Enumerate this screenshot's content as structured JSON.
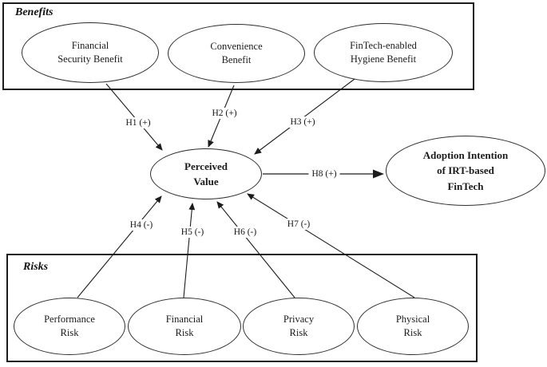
{
  "diagram": {
    "groups": {
      "benefits": {
        "label": "Benefits"
      },
      "risks": {
        "label": "Risks"
      }
    },
    "nodes": {
      "financial_security_benefit": {
        "lines": [
          "Financial",
          "Security Benefit"
        ]
      },
      "convenience_benefit": {
        "lines": [
          "Convenience",
          "Benefit"
        ]
      },
      "fintech_enabled_hygiene_benefit": {
        "lines": [
          "FinTech-enabled",
          "Hygiene Benefit"
        ]
      },
      "perceived_value": {
        "lines": [
          "Perceived",
          "Value"
        ]
      },
      "adoption_intention": {
        "lines": [
          "Adoption Intention",
          "of IRT-based",
          "FinTech"
        ]
      },
      "performance_risk": {
        "lines": [
          "Performance",
          "Risk"
        ]
      },
      "financial_risk": {
        "lines": [
          "Financial",
          "Risk"
        ]
      },
      "privacy_risk": {
        "lines": [
          "Privacy",
          "Risk"
        ]
      },
      "physical_risk": {
        "lines": [
          "Physical",
          "Risk"
        ]
      }
    },
    "edges": [
      {
        "id": "h1",
        "label": "H1 (+)",
        "from": "financial_security_benefit",
        "to": "perceived_value"
      },
      {
        "id": "h2",
        "label": "H2 (+)",
        "from": "convenience_benefit",
        "to": "perceived_value"
      },
      {
        "id": "h3",
        "label": "H3 (+)",
        "from": "fintech_enabled_hygiene_benefit",
        "to": "perceived_value"
      },
      {
        "id": "h4",
        "label": "H4 (-)",
        "from": "performance_risk",
        "to": "perceived_value"
      },
      {
        "id": "h5",
        "label": "H5 (-)",
        "from": "financial_risk",
        "to": "perceived_value"
      },
      {
        "id": "h6",
        "label": "H6 (-)",
        "from": "privacy_risk",
        "to": "perceived_value"
      },
      {
        "id": "h7",
        "label": "H7 (-)",
        "from": "physical_risk",
        "to": "perceived_value"
      },
      {
        "id": "h8",
        "label": "H8 (+)",
        "from": "perceived_value",
        "to": "adoption_intention"
      }
    ],
    "colors": {
      "line": "#1c1c1c",
      "background": "#ffffff",
      "text": "#1b1b1b"
    }
  }
}
